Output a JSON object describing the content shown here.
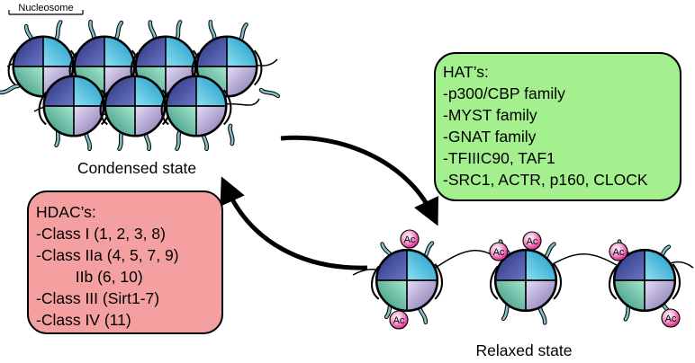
{
  "scale_label": "Nucleosome",
  "condensed_label": "Condensed state",
  "relaxed_label": "Relaxed state",
  "acetyl_mark": "Ac",
  "hat": {
    "title": "HAT’s:",
    "items": [
      "-p300/CBP family",
      "-MYST family",
      "-GNAT family",
      "-TFIIIC90, TAF1",
      "-SRC1, ACTR, p160, CLOCK"
    ]
  },
  "hdac": {
    "title": "HDAC’s:",
    "items": [
      "-Class I (1, 2, 3, 8)",
      "-Class IIa (4, 5, 7, 9)",
      "         IIb (6, 10)",
      "-Class III (Sirt1-7)",
      "-Class IV (11)"
    ]
  },
  "colors": {
    "hat_box": "#a4f08e",
    "hdac_box": "#f5a0a0",
    "acetyl": "#e83aa3",
    "histone_blue": "#1fb1d6",
    "histone_navy": "#3c4a9a",
    "histone_green": "#4cb89a",
    "histone_lavender": "#a294c6"
  }
}
